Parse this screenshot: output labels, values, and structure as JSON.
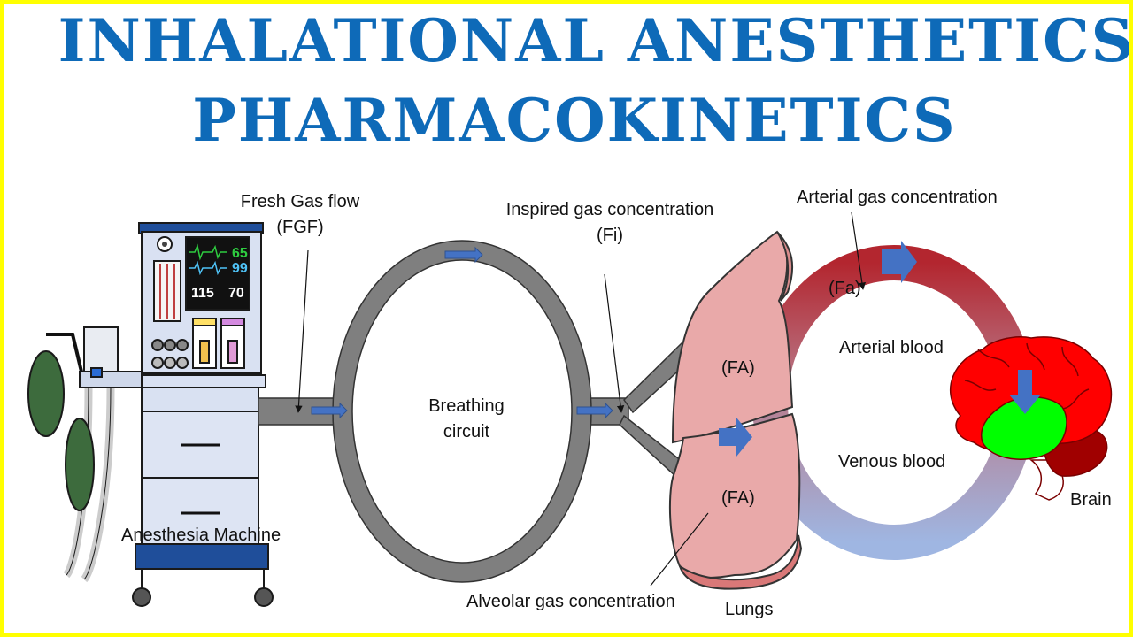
{
  "title": {
    "line1": "INHALATIONAL ANESTHETICS",
    "line2": "PHARMACOKINETICS"
  },
  "labels": {
    "fgf_line1": "Fresh Gas flow",
    "fgf_line2": "(FGF)",
    "fi_line1": "Inspired gas concentration",
    "fi_line2": "(Fi)",
    "fa_arterial": "Arterial gas concentration",
    "fa_arterial_short": "(Fa)",
    "breathing_line1": "Breathing",
    "breathing_line2": "circuit",
    "alveolar_upper": "(FA)",
    "alveolar_lower": "(FA)",
    "arterial_blood": "Arterial blood",
    "venous_blood": "Venous blood",
    "brain": "Brain",
    "lungs": "Lungs",
    "machine": "Anesthesia Machine",
    "alveolar_concentration": "Alveolar gas concentration"
  },
  "monitor": {
    "hr": "65",
    "spo2": "99",
    "bp_sys": "115",
    "bp_dia": "70"
  },
  "colors": {
    "title": "#0e6ab8",
    "border": "#ffff00",
    "tube": "#7f7f7f",
    "flow_arrow": "#4472c4",
    "lung": "#e9a9a9",
    "arterial": "#b3262f",
    "venous": "#9fb6e2",
    "brain_cortex": "#ff0000",
    "brain_limbic": "#00ff00"
  }
}
